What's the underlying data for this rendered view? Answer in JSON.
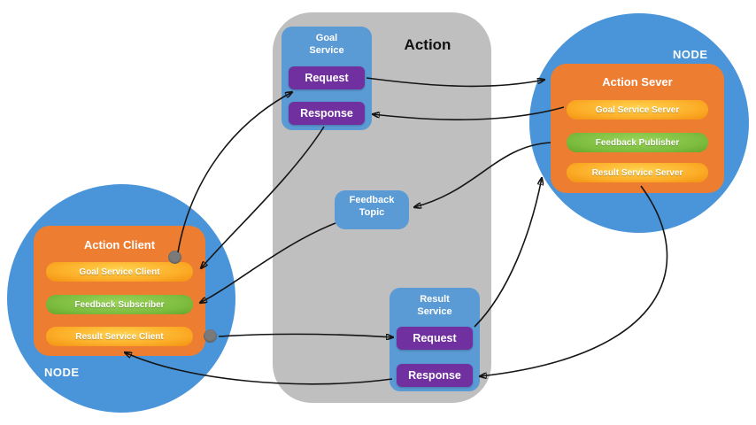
{
  "colors": {
    "node_circle": "#4a95d9",
    "service_box_blue": "#5b9bd5",
    "purple_button": "#7030a0",
    "orange_box": "#ed7d31",
    "yellow_pill": "#fcae29",
    "green_pill": "#7cbc3e",
    "container_gray": "#bfbfbf",
    "connector_dot": "#7a7a7a",
    "arrow": "#151515"
  },
  "container": {
    "title": "Action"
  },
  "goal_service": {
    "title": "Goal Service",
    "request_label": "Request",
    "response_label": "Response"
  },
  "feedback_topic": {
    "title": "Feedback Topic"
  },
  "result_service": {
    "title": "Result Service",
    "request_label": "Request",
    "response_label": "Response"
  },
  "server_node": {
    "label": "NODE",
    "box_title": "Action Sever",
    "items": [
      {
        "label": "Goal Service Server",
        "type": "yellow"
      },
      {
        "label": "Feedback Publisher",
        "type": "green"
      },
      {
        "label": "Result Service Server",
        "type": "yellow"
      }
    ]
  },
  "client_node": {
    "label": "NODE",
    "box_title": "Action Client",
    "items": [
      {
        "label": "Goal Service Client",
        "type": "yellow"
      },
      {
        "label": "Feedback Subscriber",
        "type": "green"
      },
      {
        "label": "Result Service Client",
        "type": "yellow"
      }
    ]
  }
}
